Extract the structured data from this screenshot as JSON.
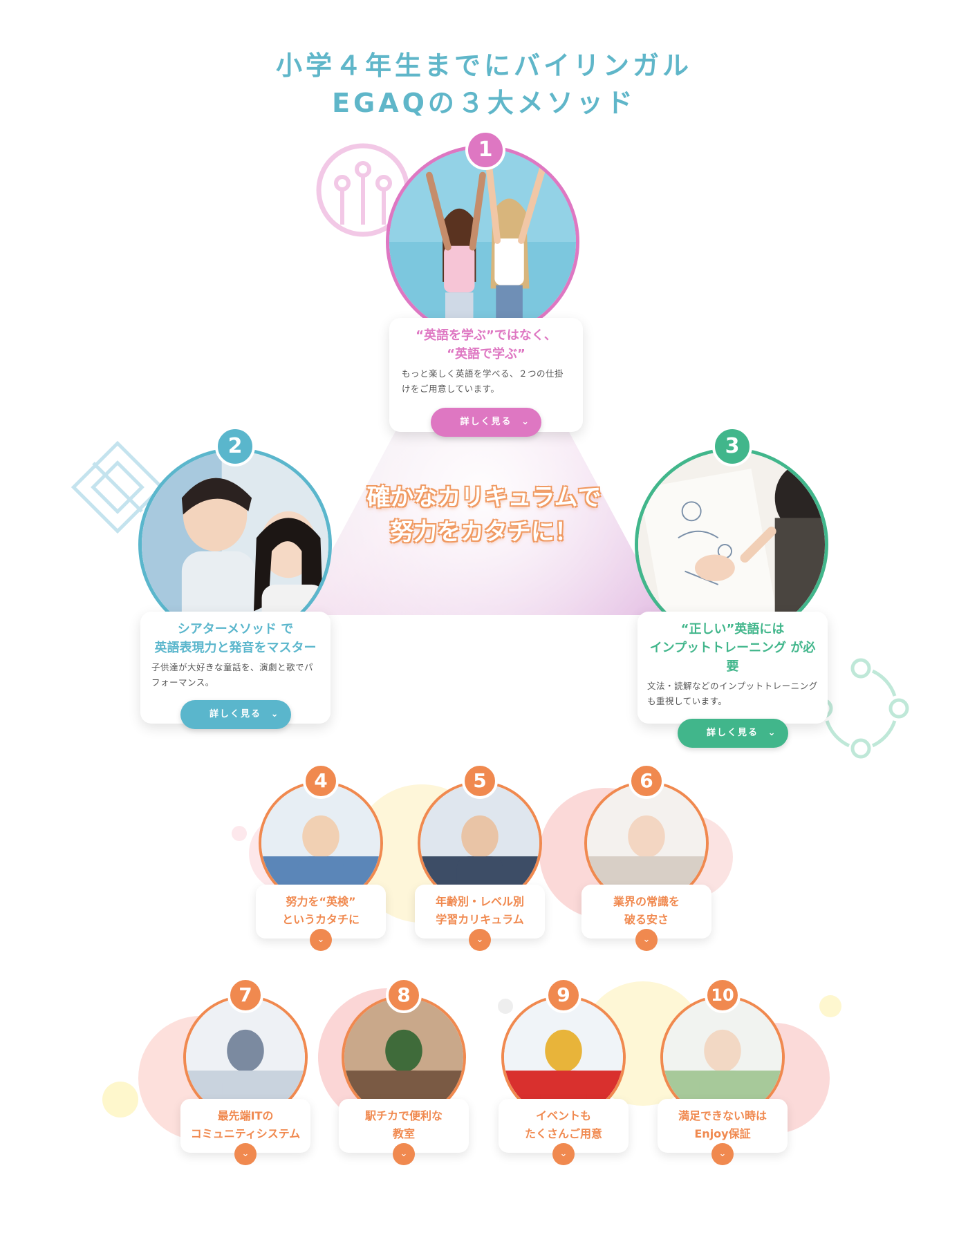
{
  "title": {
    "line1": "小学４年生までにバイリンガル",
    "line2": "EGAQの３大メソッド"
  },
  "center": {
    "line1": "確かなカリキュラムで",
    "line2": "努力をカタチに！"
  },
  "colors": {
    "pink": "#de77c2",
    "blue": "#5ab6cc",
    "green": "#41b68b",
    "orange": "#f0894f",
    "title": "#5fb6c9"
  },
  "methods": [
    {
      "number": "1",
      "heading_1": "“英語を学ぶ”ではなく、",
      "heading_2": "“英語で学ぶ”",
      "body": "もっと楽しく英語を学べる、２つの仕掛けをご用意しています。",
      "button": "詳しく見る",
      "icon": "circuit-icon"
    },
    {
      "number": "2",
      "heading_1a": "シアターメソッド",
      "heading_1b": " で",
      "heading_2": "英語表現力と発音をマスター",
      "body": "子供達が大好きな童話を、演劇と歌でパフォーマンス。",
      "button": "詳しく見る",
      "icon": "diamond-icon"
    },
    {
      "number": "3",
      "heading_1": "“正しい”英語には",
      "heading_2a": "インプットトレーニング",
      "heading_2b": " が必要",
      "body": "文法・読解などのインプットトレーニングも重視しています。",
      "button": "詳しく見る",
      "icon": "dotted-ring-icon"
    }
  ],
  "features": [
    {
      "number": "4",
      "line1": "努力を“英検”",
      "line2": "というカタチに"
    },
    {
      "number": "5",
      "line1": "年齢別・レベル別",
      "line2": "学習カリキュラム"
    },
    {
      "number": "6",
      "line1": "業界の常識を",
      "line2": "破る安さ"
    },
    {
      "number": "7",
      "line1": "最先端ITの",
      "line2": "コミュニティシステム"
    },
    {
      "number": "8",
      "line1": "駅チカで便利な",
      "line2": "教室"
    },
    {
      "number": "9",
      "line1": "イベントも",
      "line2": "たくさんご用意"
    },
    {
      "number": "10",
      "line1": "満足できない時は",
      "line2": "Enjoy保証"
    }
  ],
  "chevron": "⌄"
}
